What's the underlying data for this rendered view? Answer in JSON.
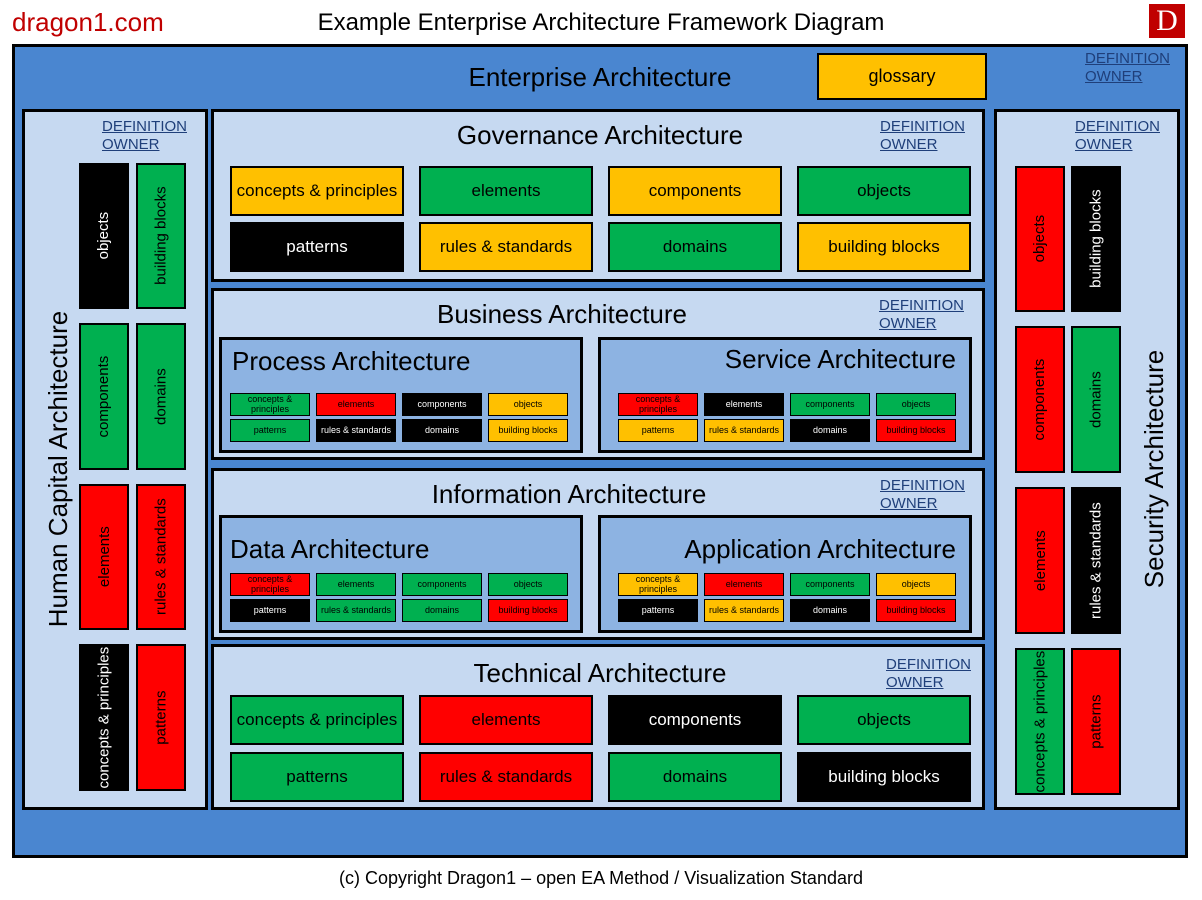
{
  "header": {
    "site": "dragon1.com",
    "title": "Example Enterprise Architecture Framework Diagram",
    "logo": "D"
  },
  "def_label": "DEFINITION\nOWNER",
  "colors": {
    "black": "#000000",
    "green": "#00b050",
    "red": "#ff0000",
    "orange": "#ffc000",
    "frame": "#c6d9f1",
    "inner": "#8db3e2",
    "outer": "#4a86d0"
  },
  "enterprise": {
    "title": "Enterprise Architecture",
    "glossary": "glossary",
    "def_line1": "DEFINITION",
    "def_line2": "OWNER"
  },
  "governance": {
    "title": "Governance Architecture",
    "def_line1": "DEFINITION",
    "def_line2": "OWNER",
    "boxes": [
      "concepts & principles",
      "elements",
      "components",
      "objects",
      "patterns",
      "rules & standards",
      "domains",
      "building blocks"
    ]
  },
  "business": {
    "title": "Business Architecture",
    "def_line1": "DEFINITION",
    "def_line2": "OWNER",
    "process": {
      "title": "Process Architecture",
      "boxes": [
        "concepts & principles",
        "elements",
        "components",
        "objects",
        "patterns",
        "rules & standards",
        "domains",
        "building blocks"
      ]
    },
    "service": {
      "title": "Service Architecture",
      "boxes": [
        "concepts & principles",
        "elements",
        "components",
        "objects",
        "patterns",
        "rules & standards",
        "domains",
        "building blocks"
      ]
    }
  },
  "information": {
    "title": "Information Architecture",
    "def_line1": "DEFINITION",
    "def_line2": "OWNER",
    "data": {
      "title": "Data Architecture",
      "boxes": [
        "concepts & principles",
        "elements",
        "components",
        "objects",
        "patterns",
        "rules & standards",
        "domains",
        "building blocks"
      ]
    },
    "application": {
      "title": "Application Architecture",
      "boxes": [
        "concepts & principles",
        "elements",
        "components",
        "objects",
        "patterns",
        "rules & standards",
        "domains",
        "building blocks"
      ]
    }
  },
  "technical": {
    "title": "Technical Architecture",
    "def_line1": "DEFINITION",
    "def_line2": "OWNER",
    "boxes": [
      "concepts & principles",
      "elements",
      "components",
      "objects",
      "patterns",
      "rules & standards",
      "domains",
      "building blocks"
    ]
  },
  "human_capital": {
    "title": "Human Capital Architecture",
    "def_line1": "DEFINITION",
    "def_line2": "OWNER",
    "boxes": [
      "objects",
      "building blocks",
      "components",
      "domains",
      "elements",
      "rules & standards",
      "concepts & principles",
      "patterns"
    ]
  },
  "security": {
    "title": "Security Architecture",
    "def_line1": "DEFINITION",
    "def_line2": "OWNER",
    "boxes": [
      "objects",
      "building blocks",
      "components",
      "domains",
      "elements",
      "rules & standards",
      "concepts & principles",
      "patterns"
    ]
  },
  "copyright": "(c) Copyright  Dragon1 – open EA Method / Visualization  Standard"
}
